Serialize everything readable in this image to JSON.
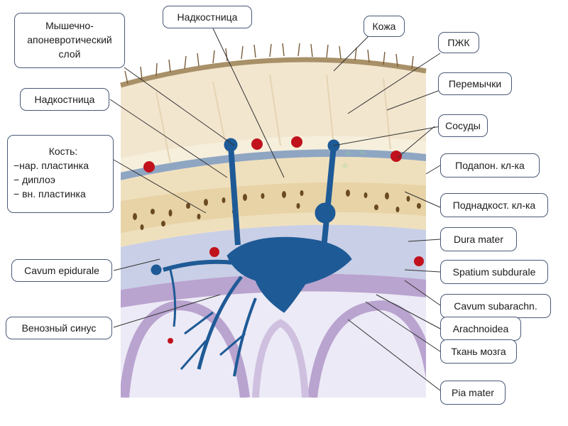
{
  "labels": {
    "myshechno": [
      "Мышечно-",
      "апоневротический",
      "слой"
    ],
    "nadkostnitsa_top": "Надкостница",
    "kozha": "Кожа",
    "pzhk": "ПЖК",
    "peremychki": "Перемычки",
    "nadkostnitsa_left": "Надкостница",
    "sosudy": "Сосуды",
    "kost": [
      "Кость:",
      "−нар. пластинка",
      "− диплоэ",
      "− вн. пластинка"
    ],
    "podapon": "Подапон. кл-ка",
    "podnadkost": "Поднадкост. кл-ка",
    "dura": "Dura mater",
    "cavum_epidurale": "Cavum epidurale",
    "spatium_subdurale": "Spatium subdurale",
    "cavum_subarachn": "Cavum subarachn.",
    "venoznyi_sinus": "Венозный синус",
    "arachnoidea": "Arachnoidea",
    "tkan_mozga": "Ткань мозга",
    "pia_mater": "Pia mater"
  },
  "colors": {
    "skin": "#a89068",
    "fat": "#f3e6cf",
    "periosteum": "#8fa6c2",
    "bone": "#efe0bd",
    "diploe_dots": "#6b4a22",
    "dura": "#c9cfe6",
    "arachnoid": "#b9a3cf",
    "brain": "#eceaf6",
    "sinus": "#1e5a96",
    "vessel_red": "#c0111c",
    "border": "#4a5a78"
  }
}
